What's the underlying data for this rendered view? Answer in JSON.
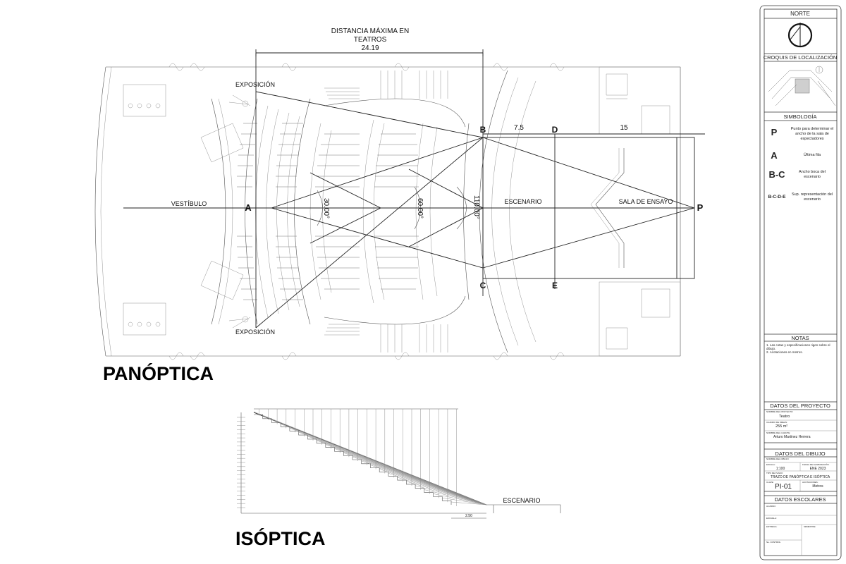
{
  "plan": {
    "dim_title_line1": "DISTANCIA MÁXIMA EN",
    "dim_title_line2": "TEATROS",
    "dim_value": "24.19",
    "label_exposicion_top": "EXPOSICIÓN",
    "label_exposicion_bottom": "EXPOSICIÓN",
    "label_vestibulo": "VESTÍBULO",
    "label_escenario": "ESCENARIO",
    "label_sala_ensayo": "SALA DE ENSAYO",
    "point_a": "A",
    "point_b": "B",
    "point_c": "C",
    "point_d": "D",
    "point_e": "E",
    "point_p": "P",
    "dim_bd": "7.5",
    "dim_dp": "15",
    "angle_30": "30.00°",
    "angle_60": "60.00°",
    "angle_110": "110.00°",
    "section_title": "PANÓPTICA"
  },
  "isoptic": {
    "label_escenario": "ESCENARIO",
    "section_title": "ISÓPTICA",
    "bottom_dim": "2.50"
  },
  "titleblock": {
    "norte": "NORTE",
    "croquis": "CROQUIS DE LOCALIZACIÓN",
    "simbologia": "SIMBOLOGÍA",
    "sym_p_letter": "P",
    "sym_p_desc_1": "Punto para determinar el",
    "sym_p_desc_2": "ancho de la sala de",
    "sym_p_desc_3": "espectadores",
    "sym_a_letter": "A",
    "sym_a_desc": "Última fila",
    "sym_bc_letter": "B-C",
    "sym_bc_desc_1": "Ancho boca del",
    "sym_bc_desc_2": "escenario",
    "sym_bcde_letter": "B-C-D-E",
    "sym_bcde_desc_1": "Sup. representación del",
    "sym_bcde_desc_2": "escenario",
    "notas": "NOTAS",
    "nota_1a": "1. Las cotas y especificaciones rigen sobre el",
    "nota_1b": "dibujo.",
    "nota_2": "2. Acotaciones en metros.",
    "datos_proyecto": "DATOS DEL PROYECTO",
    "nombre_proyecto_label": "NOMBRE DEL PROYECTO:",
    "nombre_proyecto": "Teatro",
    "area_label": "CUADRO DE ÁREAS:",
    "area": "255 m²",
    "cliente_label": "NOMBRE DEL CLIENTE:",
    "cliente": "Arturo Martinez Herrera",
    "datos_dibujo": "DATOS DEL DIBUJO",
    "nombre_dibujo_label": "NOMBRE DEL DIBUJO:",
    "escala_label": "ESCALA:",
    "escala": "1:100",
    "fecha_label": "FECHA DE ELABORACIÓN:",
    "fecha": "ENE 2023",
    "tipo_plano_label": "TIPO DE PLANO:",
    "tipo_plano": "TRAZO DE PANÓPTICA E ISÓPTICA",
    "clave_label": "CLAVE:",
    "clave": "PI-01",
    "acotaciones_label": "ACOTACIONES:",
    "acotaciones": "Metros",
    "datos_escolares": "DATOS ESCOLARES",
    "alumno_label": "ALUMNO:",
    "escuela_label": "ESCUELA:",
    "entrega_label": "ENTREGA:",
    "semestre_label": "SEMESTRE:",
    "control_label": "No. CONTROL:"
  }
}
